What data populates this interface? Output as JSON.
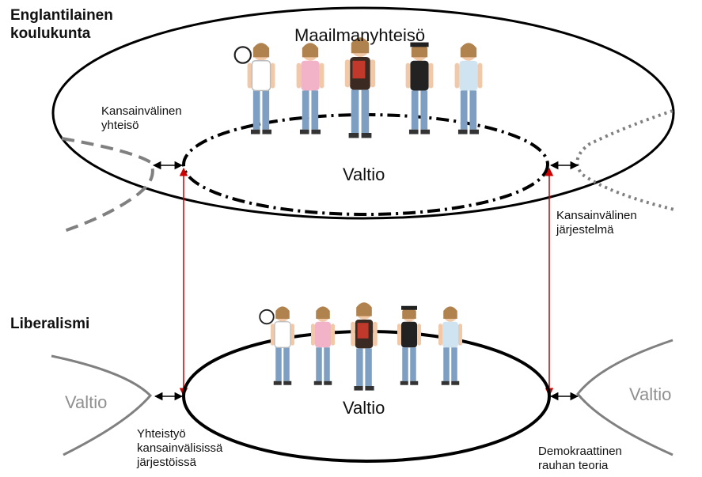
{
  "top_school": "Englantilainen\nkoulukunta",
  "bottom_school": "Liberalismi",
  "labels": {
    "maailmanyhteiso": "Maailmanyhteisö",
    "kansainvalinen_yhteiso": "Kansainvälinen\nyhteisö",
    "valtio_top": "Valtio",
    "kansainvalinen_jarjestelma": "Kansainvälinen\njärjestelmä",
    "valtio_bottom": "Valtio",
    "valtio_left": "Valtio",
    "valtio_right": "Valtio",
    "yhteistyo": "Yhteistyö\nkansainvälisissä\njärjestöissä",
    "demokraattinen": "Demokraattinen\nrauhan teoria"
  },
  "colors": {
    "line": "#000000",
    "grey_curve": "#808080",
    "red_link": "#cc0000"
  },
  "decorations": [
    "girl-with-ball-photo",
    "girl-in-pink-photo",
    "girl-with-books-photo",
    "girl-in-black-cap-photo",
    "girl-in-skirt-photo"
  ]
}
